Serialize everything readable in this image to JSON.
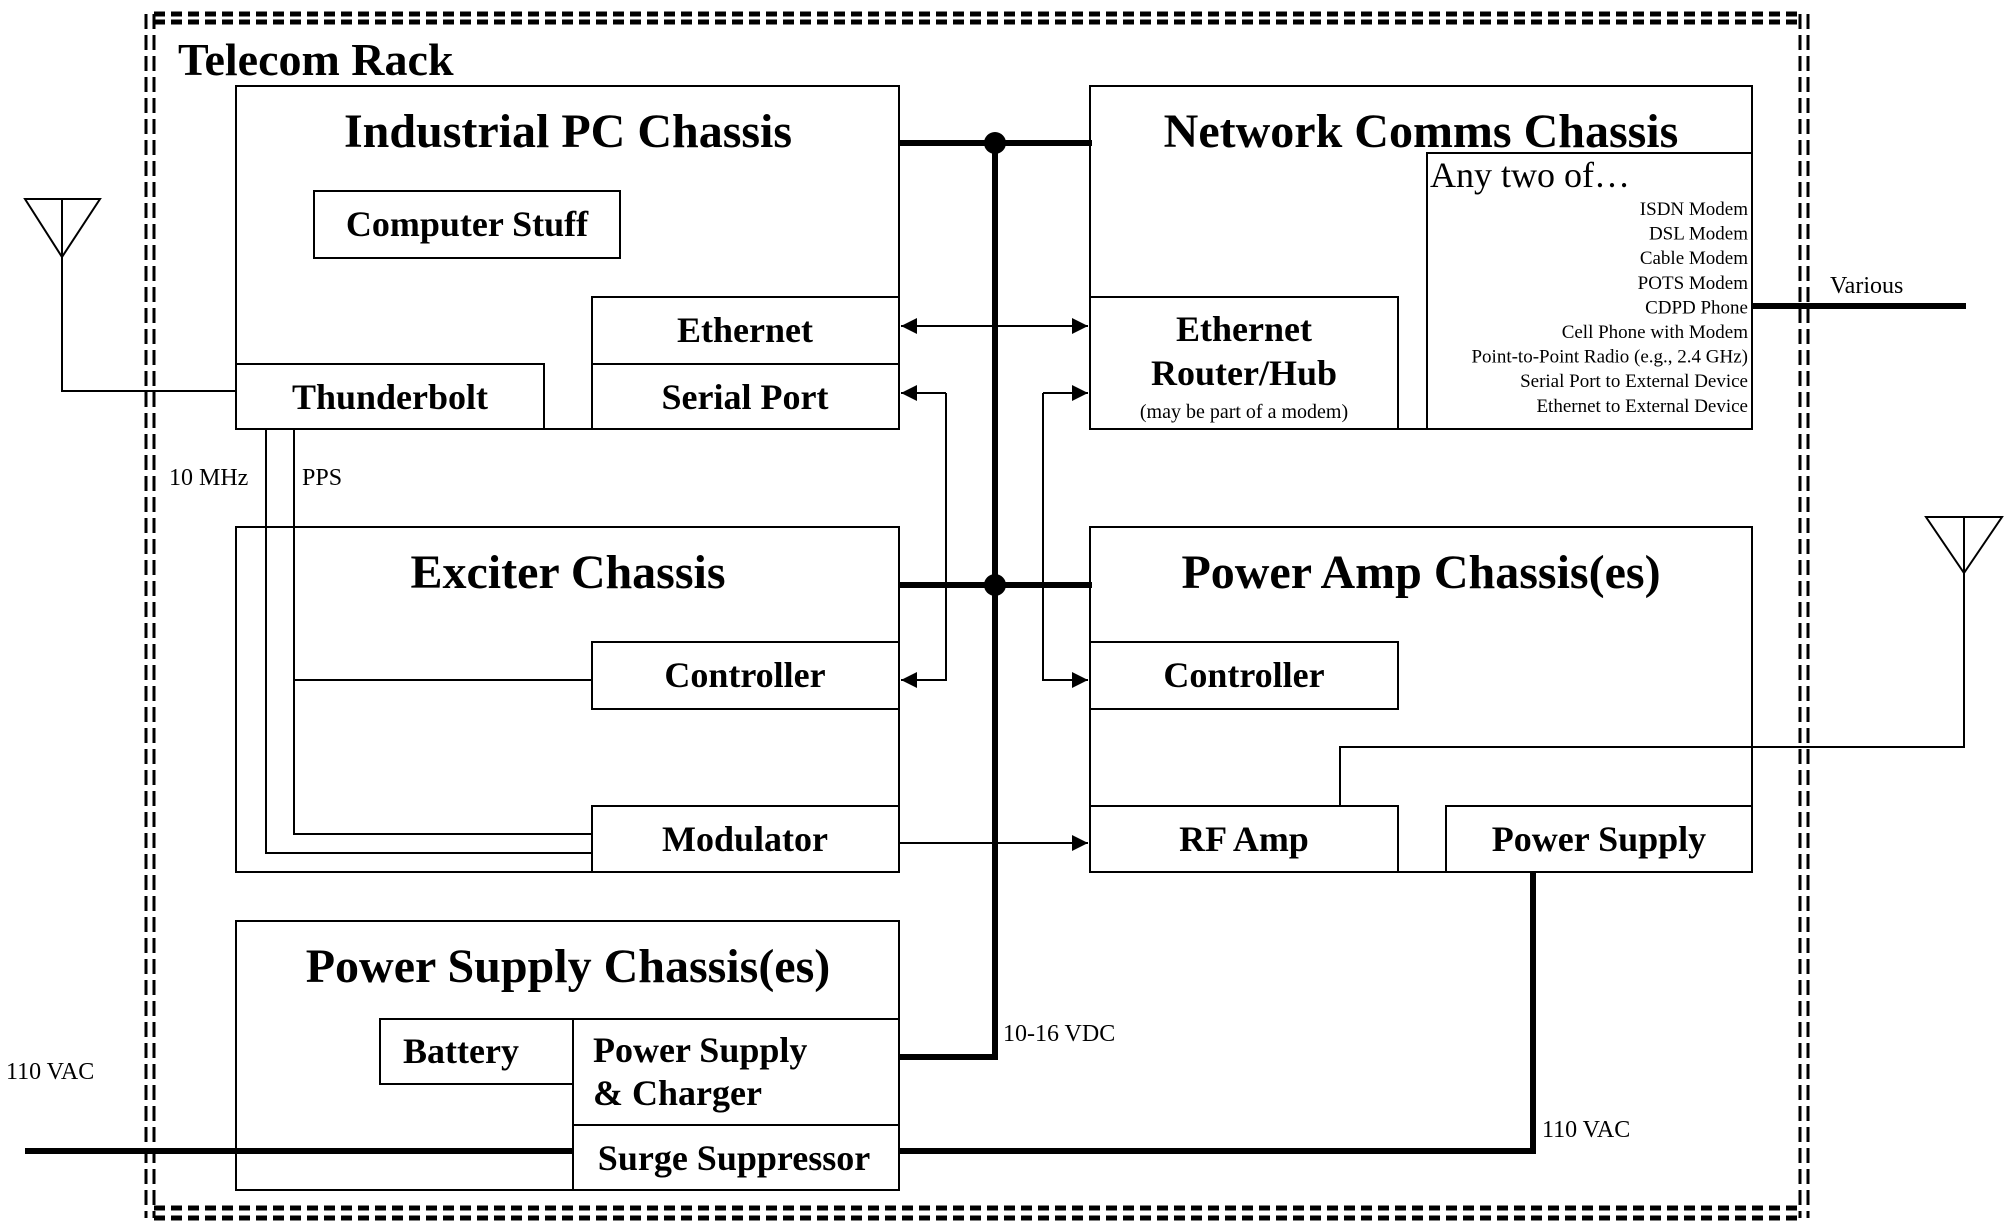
{
  "rack": {
    "title": "Telecom Rack"
  },
  "pc": {
    "title": "Industrial PC Chassis",
    "computer_stuff": "Computer Stuff",
    "ethernet": "Ethernet",
    "serial_port": "Serial Port",
    "thunderbolt": "Thunderbolt"
  },
  "network": {
    "title": "Network Comms Chassis",
    "router_line1": "Ethernet",
    "router_line2": "Router/Hub",
    "router_note": "(may be part of a modem)",
    "options_heading": "Any two of…",
    "options": [
      "ISDN Modem",
      "DSL Modem",
      "Cable Modem",
      "POTS Modem",
      "CDPD Phone",
      "Cell Phone with Modem",
      "Point-to-Point Radio (e.g., 2.4 GHz)",
      "Serial Port to External Device",
      "Ethernet to External Device"
    ]
  },
  "exciter": {
    "title": "Exciter Chassis",
    "controller": "Controller",
    "modulator": "Modulator"
  },
  "poweramp": {
    "title": "Power Amp Chassis(es)",
    "controller": "Controller",
    "rf_amp": "RF Amp",
    "power_supply": "Power Supply"
  },
  "psu": {
    "title": "Power Supply Chassis(es)",
    "battery": "Battery",
    "charger_line1": "Power Supply",
    "charger_line2": "& Charger",
    "surge": "Surge Suppressor"
  },
  "labels": {
    "various": "Various",
    "mhz10": "10 MHz",
    "pps": "PPS",
    "vdc": "10-16 VDC",
    "vac_left": "110 VAC",
    "vac_right": "110 VAC"
  }
}
